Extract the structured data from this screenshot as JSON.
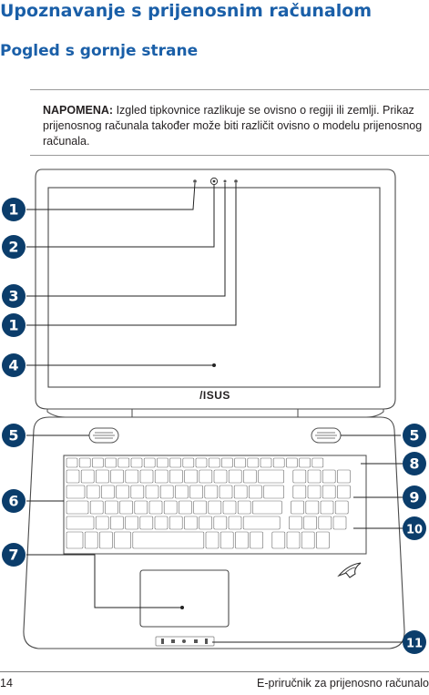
{
  "heading": "Upoznavanje s prijenosnim računalom",
  "subheading": "Pogled s gornje strane",
  "note": {
    "label": "NAPOMENA:",
    "text": "Izgled tipkovnice razlikuje se ovisno o regiji ili zemlji. Prikaz prijenosnog računala također može biti različit ovisno o modelu prijenosnog računala."
  },
  "illustration": {
    "brand_logo": "/ISUS",
    "callouts": [
      "1",
      "2",
      "3",
      "1",
      "4",
      "5",
      "5",
      "6",
      "7",
      "8",
      "9",
      "10",
      "11"
    ]
  },
  "footer": {
    "page_number": "14",
    "manual_title": "E-priručnik za prijenosno računalo"
  },
  "colors": {
    "heading": "#1a5fa8",
    "callout": "#0b3d6b"
  }
}
